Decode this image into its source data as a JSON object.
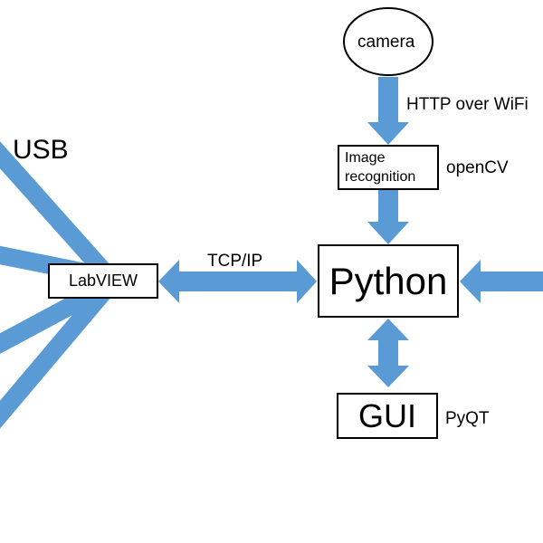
{
  "colors": {
    "arrow": "#5b9bd5",
    "outline": "#000000",
    "background": "#ffffff"
  },
  "nodes": {
    "camera": "camera",
    "image_recognition": [
      "Image",
      "recognition"
    ],
    "python": "Python",
    "labview": "LabVIEW",
    "gui": "GUI"
  },
  "edge_labels": {
    "http": "HTTP over WiFi",
    "opencv": "openCV",
    "tcpip": "TCP/IP",
    "usb": "USB",
    "pyqt": "PyQT"
  }
}
